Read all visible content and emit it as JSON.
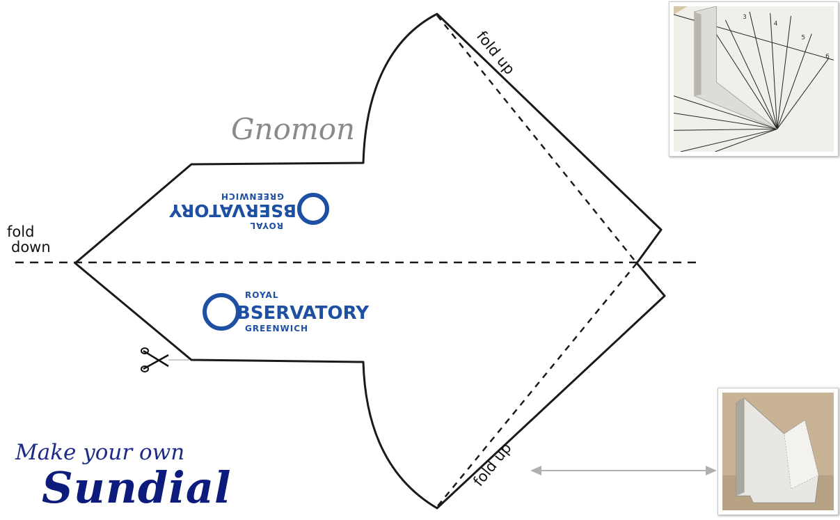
{
  "gnomon_label": "Gnomon",
  "fold_down": {
    "line1": "fold",
    "line2": "down"
  },
  "fold_up_top": "fold up",
  "fold_up_bottom": "fold up",
  "logo": {
    "line1": "ROYAL",
    "line2": "BSERVATORY",
    "line3": "GREENWICH"
  },
  "title": {
    "line1": "Make your own",
    "line2": "Sundial"
  },
  "photo_top_dial_numbers": [
    "3",
    "4",
    "5",
    "6"
  ],
  "colors": {
    "outline": "#1a1a1a",
    "logo_blue": "#1d4fa3",
    "title_blue": "#0d1b7c",
    "gnomon_grey": "#8a8a8a",
    "arrow_grey": "#b0b0b0"
  },
  "icons": [
    "scissors-icon",
    "double-arrow-icon"
  ]
}
